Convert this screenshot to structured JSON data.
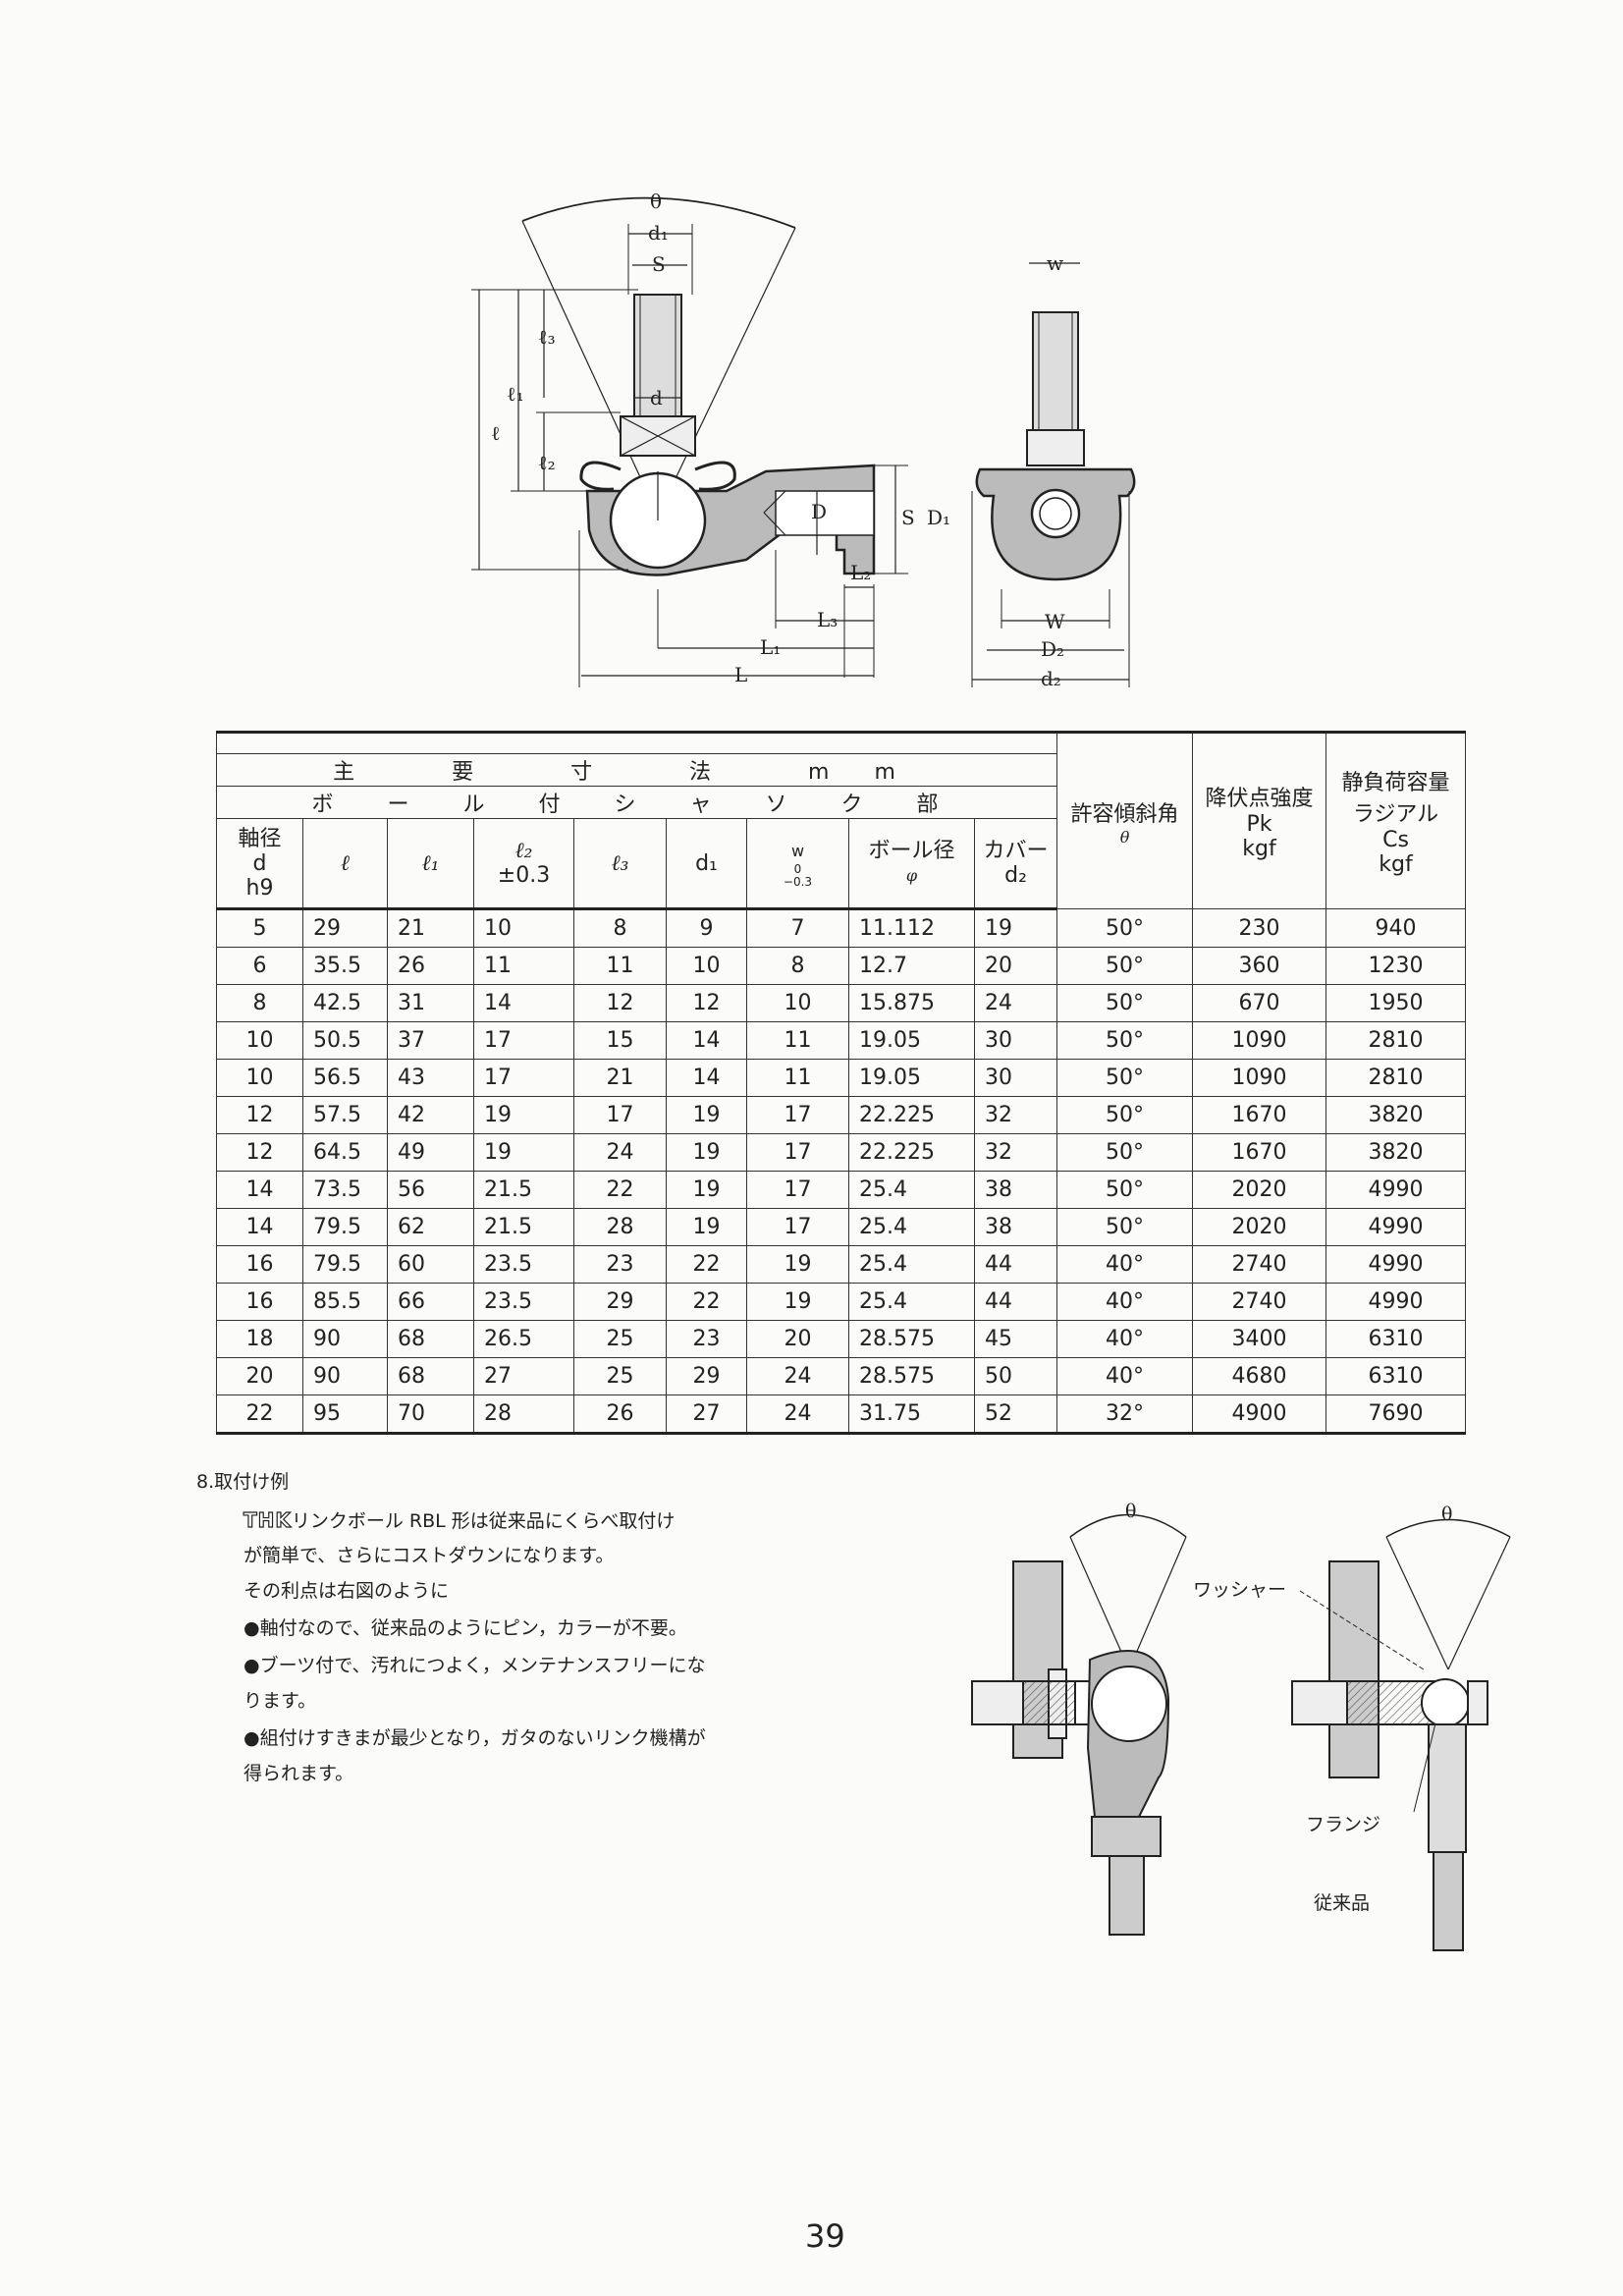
{
  "diagram": {
    "labels": {
      "theta": "θ",
      "d1": "d₁",
      "S": "S",
      "d": "d",
      "l": "ℓ",
      "l1": "ℓ₁",
      "l2": "ℓ₂",
      "l3": "ℓ₃",
      "D": "D",
      "S2": "S",
      "D1": "D₁",
      "L2": "L₂",
      "L3": "L₃",
      "L1": "L₁",
      "L": "L",
      "w": "w",
      "W": "W",
      "D2": "D₂",
      "d2": "d₂"
    }
  },
  "table": {
    "header_main": "主 要 寸 法 mm",
    "header_sub": "ボ ー ル 付 シ ャ ソ ク 部",
    "columns": {
      "shaft": [
        "軸径",
        "d",
        "h9"
      ],
      "l": "ℓ",
      "l1": "ℓ₁",
      "l2": [
        "ℓ₂",
        "±0.3"
      ],
      "l3": "ℓ₃",
      "d1": "d₁",
      "w": [
        "w",
        "0",
        "−0.3"
      ],
      "ball": [
        "ボール径",
        "φ"
      ],
      "cover": [
        "カバー",
        "d₂"
      ],
      "angle": [
        "許容傾斜角",
        "θ"
      ],
      "yield": [
        "降伏点強度",
        "Pk",
        "kgf"
      ],
      "static": [
        "静負荷容量",
        "ラジアル",
        "Cs",
        "kgf"
      ]
    },
    "rows": [
      [
        "5",
        "29",
        "21",
        "10",
        "8",
        "9",
        "7",
        "11.112",
        "19",
        "50°",
        "230",
        "940"
      ],
      [
        "6",
        "35.5",
        "26",
        "11",
        "11",
        "10",
        "8",
        "12.7",
        "20",
        "50°",
        "360",
        "1230"
      ],
      [
        "8",
        "42.5",
        "31",
        "14",
        "12",
        "12",
        "10",
        "15.875",
        "24",
        "50°",
        "670",
        "1950"
      ],
      [
        "10",
        "50.5",
        "37",
        "17",
        "15",
        "14",
        "11",
        "19.05",
        "30",
        "50°",
        "1090",
        "2810"
      ],
      [
        "10",
        "56.5",
        "43",
        "17",
        "21",
        "14",
        "11",
        "19.05",
        "30",
        "50°",
        "1090",
        "2810"
      ],
      [
        "12",
        "57.5",
        "42",
        "19",
        "17",
        "19",
        "17",
        "22.225",
        "32",
        "50°",
        "1670",
        "3820"
      ],
      [
        "12",
        "64.5",
        "49",
        "19",
        "24",
        "19",
        "17",
        "22.225",
        "32",
        "50°",
        "1670",
        "3820"
      ],
      [
        "14",
        "73.5",
        "56",
        "21.5",
        "22",
        "19",
        "17",
        "25.4",
        "38",
        "50°",
        "2020",
        "4990"
      ],
      [
        "14",
        "79.5",
        "62",
        "21.5",
        "28",
        "19",
        "17",
        "25.4",
        "38",
        "50°",
        "2020",
        "4990"
      ],
      [
        "16",
        "79.5",
        "60",
        "23.5",
        "23",
        "22",
        "19",
        "25.4",
        "44",
        "40°",
        "2740",
        "4990"
      ],
      [
        "16",
        "85.5",
        "66",
        "23.5",
        "29",
        "22",
        "19",
        "25.4",
        "44",
        "40°",
        "2740",
        "4990"
      ],
      [
        "18",
        "90",
        "68",
        "26.5",
        "25",
        "23",
        "20",
        "28.575",
        "45",
        "40°",
        "3400",
        "6310"
      ],
      [
        "20",
        "90",
        "68",
        "27",
        "25",
        "29",
        "24",
        "28.575",
        "50",
        "40°",
        "4680",
        "6310"
      ],
      [
        "22",
        "95",
        "70",
        "28",
        "26",
        "27",
        "24",
        "31.75",
        "52",
        "32°",
        "4900",
        "7690"
      ]
    ]
  },
  "section": {
    "title": "8.取付け例",
    "brand": "THK",
    "intro_1": "リンクボール RBL 形は従来品にくらべ取付け",
    "intro_2": "が簡単で、さらにコストダウンになります。",
    "intro_3": "その利点は右図のように",
    "bullet_1": "●軸付なので、従来品のようにピン，カラーが不要。",
    "bullet_2a": "●ブーツ付で、汚れにつよく，メンテナンスフリーにな",
    "bullet_2b": "ります。",
    "bullet_3a": "●組付けすきまが最少となり，ガタのないリンク機構が",
    "bullet_3b": "得られます。"
  },
  "mount_diagram": {
    "theta_left": "θ",
    "theta_right": "θ",
    "washer": "ワッシャー",
    "flange": "フランジ",
    "conventional": "従来品"
  },
  "page_number": "39"
}
